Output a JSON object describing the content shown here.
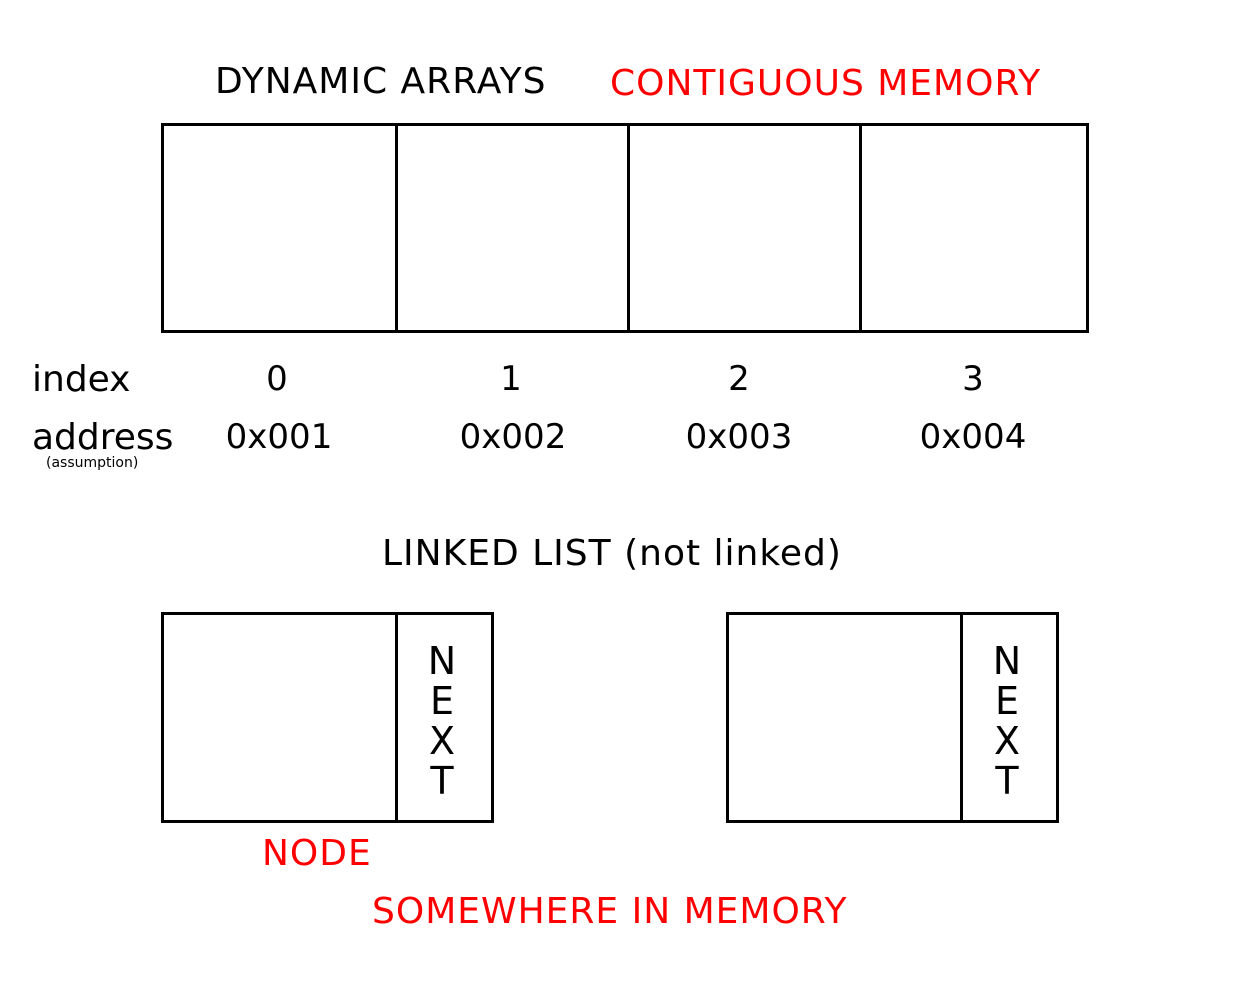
{
  "array": {
    "title": "DYNAMIC ARRAYS",
    "subtitle": "CONTIGUOUS MEMORY",
    "row_labels": {
      "index": "index",
      "address": "address",
      "address_note": "(assumption)"
    },
    "indices": [
      "0",
      "1",
      "2",
      "3"
    ],
    "addresses": [
      "0x001",
      "0x002",
      "0x003",
      "0x004"
    ]
  },
  "linked_list": {
    "title": "LINKED LIST (not linked)",
    "next_letters": [
      "N",
      "E",
      "X",
      "T"
    ],
    "node_label": "NODE",
    "memory_label": "SOMEWHERE IN MEMORY"
  },
  "colors": {
    "accent": "#ff0000",
    "ink": "#000000"
  }
}
